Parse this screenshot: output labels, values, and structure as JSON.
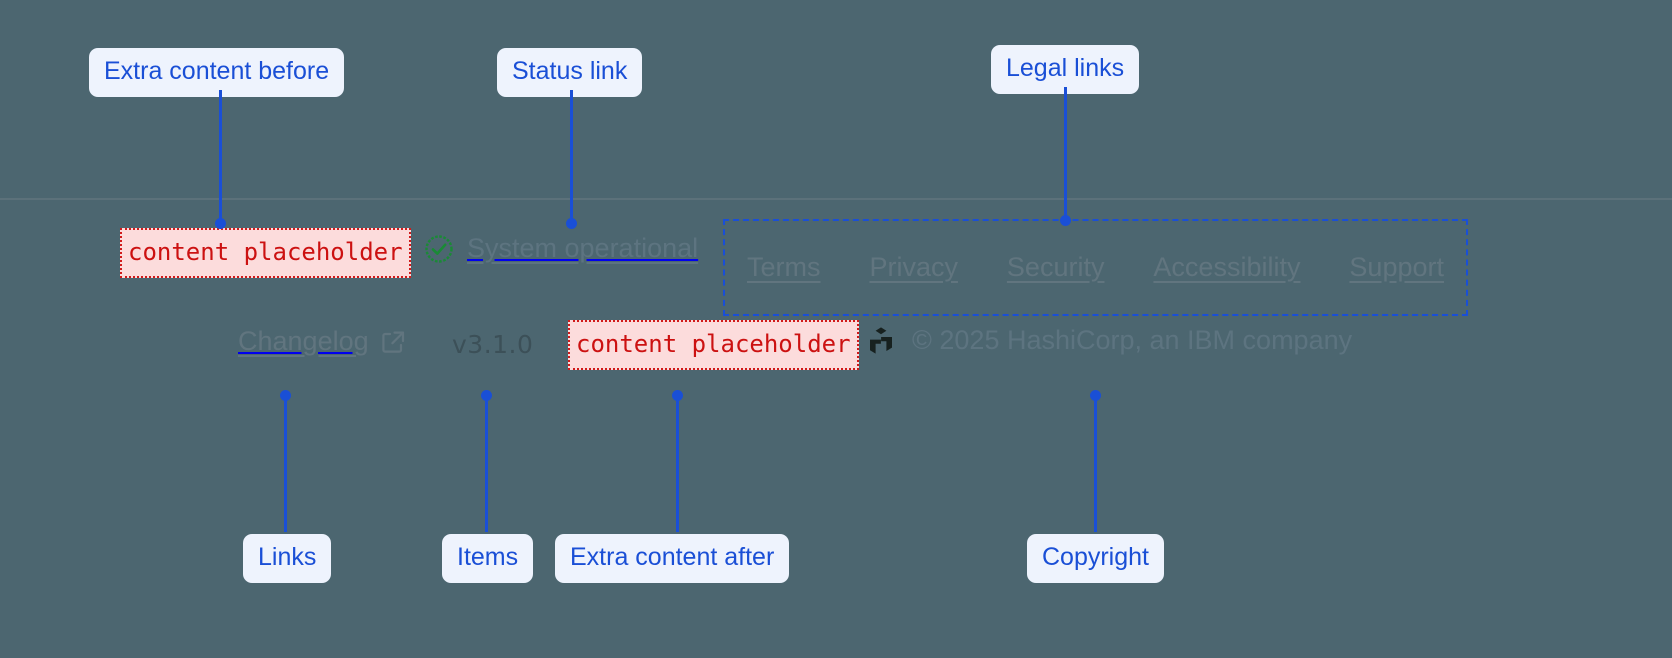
{
  "theme": {
    "background": "#4c6670",
    "annotation_accent": "#1a4fd6",
    "annotation_bg": "#eef3fd",
    "placeholder_text": "#cc1111",
    "placeholder_bg": "#fcdcdc",
    "link_color": "#61757f",
    "status_ok_color": "#1a8a36",
    "divider": "#5c717a"
  },
  "annotations": {
    "extra_content_before": "Extra content before",
    "status_link": "Status link",
    "legal_links": "Legal links",
    "links": "Links",
    "items": "Items",
    "extra_content_after": "Extra content after",
    "copyright": "Copyright"
  },
  "footer": {
    "extra_before": {
      "text": "content placeholder"
    },
    "status": {
      "icon": "check-circle-icon",
      "label": "System operational"
    },
    "legal": {
      "items": [
        {
          "label": "Terms"
        },
        {
          "label": "Privacy"
        },
        {
          "label": "Security"
        },
        {
          "label": "Accessibility"
        },
        {
          "label": "Support"
        }
      ]
    },
    "changelog": {
      "label": "Changelog",
      "icon": "external-link-icon"
    },
    "version": "v3.1.0",
    "extra_after": {
      "text": "content placeholder"
    },
    "copyright": {
      "logo": "hashicorp-logo",
      "text": "© 2025 HashiCorp, an IBM company"
    }
  }
}
